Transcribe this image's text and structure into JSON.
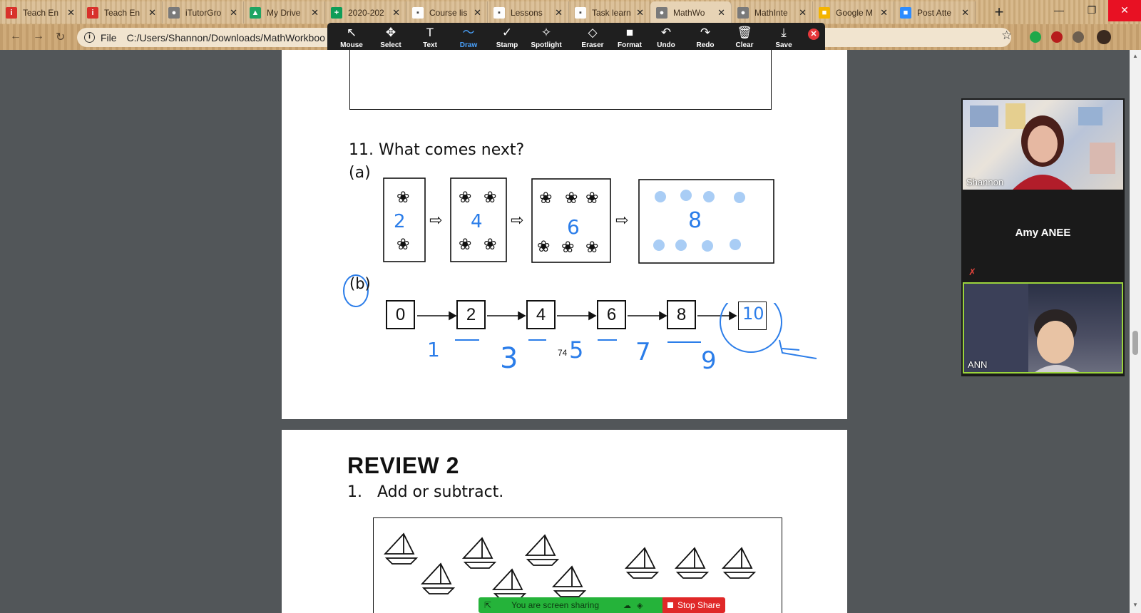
{
  "browser": {
    "tabs": [
      {
        "label": "Teach En",
        "color": "#d8312b",
        "glyph": "i"
      },
      {
        "label": "Teach En",
        "color": "#d8312b",
        "glyph": "i"
      },
      {
        "label": "iTutorGro",
        "color": "#7a7a7a",
        "glyph": "●"
      },
      {
        "label": "My Drive",
        "color": "#1fa463",
        "glyph": "▲"
      },
      {
        "label": "2020-202",
        "color": "#0f9d58",
        "glyph": "+"
      },
      {
        "label": "Course lis",
        "color": "#fdfdfd",
        "glyph": "▪"
      },
      {
        "label": "Lessons",
        "color": "#fdfdfd",
        "glyph": "▪"
      },
      {
        "label": "Task learn",
        "color": "#fdfdfd",
        "glyph": "▪"
      },
      {
        "label": "MathWo",
        "color": "#7a7a7a",
        "glyph": "●"
      },
      {
        "label": "MathInte",
        "color": "#7a7a7a",
        "glyph": "●"
      },
      {
        "label": "Google M",
        "color": "#f4b400",
        "glyph": "■"
      },
      {
        "label": "Post Atte",
        "color": "#2d8cff",
        "glyph": "■"
      }
    ],
    "address_prefix": "File",
    "address": "C:/Users/Shannon/Downloads/MathWorkboo"
  },
  "annotate_toolbar": {
    "tools": [
      {
        "label": "Mouse",
        "icon": "↖"
      },
      {
        "label": "Select",
        "icon": "✥"
      },
      {
        "label": "Text",
        "icon": "T"
      },
      {
        "label": "Draw",
        "icon": "〜"
      },
      {
        "label": "Stamp",
        "icon": "✓"
      },
      {
        "label": "Spotlight",
        "icon": "✧"
      },
      {
        "label": "Eraser",
        "icon": "◇"
      },
      {
        "label": "Format",
        "icon": "■"
      },
      {
        "label": "Undo",
        "icon": "↶"
      },
      {
        "label": "Redo",
        "icon": "↷"
      },
      {
        "label": "Clear",
        "icon": "🗑"
      },
      {
        "label": "Save",
        "icon": "⤓"
      }
    ],
    "selected": "Draw"
  },
  "document": {
    "question_11": {
      "title": "11. What comes next?",
      "part_a": "(a)",
      "part_b": "(b)",
      "handwritten_counts": [
        "2",
        "4",
        "6",
        "8"
      ],
      "sequence": [
        "0",
        "2",
        "4",
        "6",
        "8"
      ],
      "handwritten_next": "10",
      "handwritten_odds": [
        "1",
        "3",
        "5",
        "7",
        "9"
      ],
      "page_number": "74"
    },
    "review": {
      "title": "REVIEW 2",
      "q1": "1.   Add or subtract."
    }
  },
  "video": {
    "participants": [
      {
        "name": "Shannon"
      },
      {
        "name": "Amy ANEE"
      },
      {
        "name": "ANN"
      }
    ]
  },
  "share": {
    "status": "You are screen sharing",
    "stop_label": "Stop Share"
  }
}
